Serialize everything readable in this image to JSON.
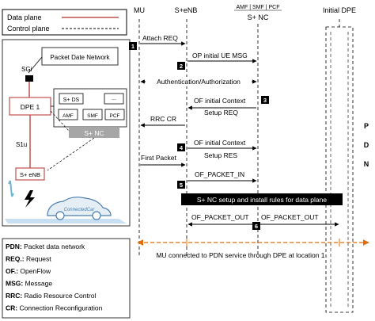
{
  "legend": {
    "data_plane": "Data plane",
    "control_plane": "Control plane"
  },
  "topology": {
    "sgi": "SGi",
    "pdn": "Packet Date Network",
    "dpe": "DPE 1",
    "sds": "S+ DS",
    "dots": "...",
    "amf": "AMF",
    "smf": "SMF",
    "pcf": "PCF",
    "s1u": "S1u",
    "snc": "S+ NC",
    "senb": "S+ eNB",
    "car": "ConnectedCar"
  },
  "columns": {
    "mu": "MU",
    "senb": "S+eNB",
    "nc_top": "AMF | SMF | PCF",
    "nc": "S+ NC",
    "dpe": "Initial DPE",
    "pdn_p": "P",
    "pdn_d": "D",
    "pdn_n": "N"
  },
  "messages": {
    "attach": "Attach REQ",
    "op_initial": "OP initial UE MSG",
    "auth": "Authentication/Authorization",
    "of_initial_1": "OF initial Context",
    "of_initial_2": "Setup REQ",
    "rrc": "RRC CR",
    "of_setup_1": "OF initial Context",
    "of_setup_2": "Setup RES",
    "first_packet": "First Packet",
    "packet_in": "OF_PACKET_IN",
    "install": "S+ NC setup and install rules for data plane",
    "packet_out_1": "OF_PACKET_OUT",
    "packet_out_2": "OF_PACKET_OUT",
    "connected": "MU connected to PDN service through DPE at location 1"
  },
  "steps": [
    "1",
    "2",
    "3",
    "4",
    "5",
    "6"
  ],
  "abbreviations": [
    {
      "key": "PDN:",
      "text": " Packet data network"
    },
    {
      "key": "REQ.:",
      "text": " Request"
    },
    {
      "key": "OF.:",
      "text": " OpenFlow"
    },
    {
      "key": "MSG:",
      "text": " Message"
    },
    {
      "key": "RRC:",
      "text": " Radio Resource Control"
    },
    {
      "key": "CR:",
      "text": " Connection Reconfiguration"
    }
  ],
  "colors": {
    "data_plane": "#c0504d",
    "orange": "#e46c0a",
    "black": "#000000",
    "gray_box": "#a6a6a6"
  }
}
